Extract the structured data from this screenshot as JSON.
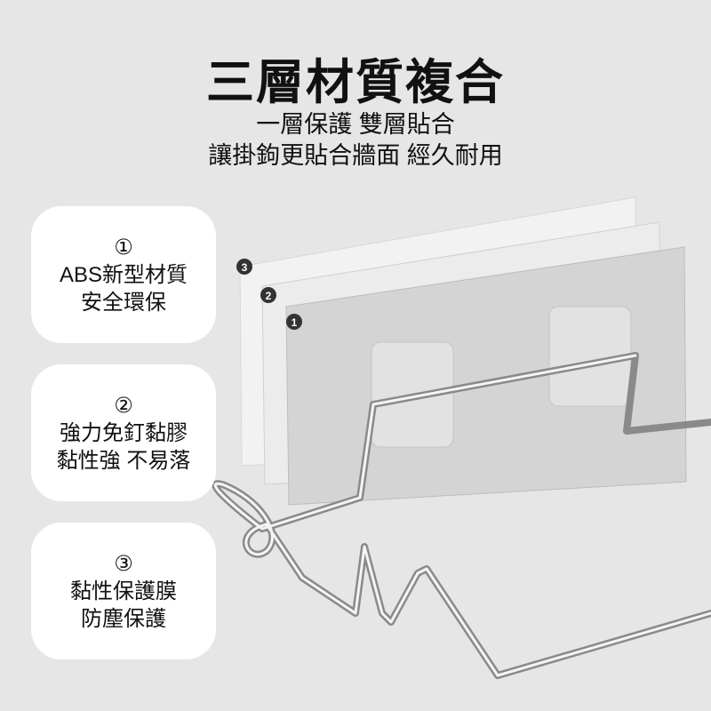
{
  "header": {
    "title": "三層材質複合",
    "subtitle_1": "一層保護 雙層貼合",
    "subtitle_2": "讓掛鉤更貼合牆面 經久耐用"
  },
  "cards": [
    {
      "number": "①",
      "line1": "ABS新型材質",
      "line2": "安全環保"
    },
    {
      "number": "②",
      "line1": "強力免釘黏膠",
      "line2": "黏性強 不易落"
    },
    {
      "number": "③",
      "line1": "黏性保護膜",
      "line2": "防塵保護"
    }
  ],
  "layer_markers": [
    "3",
    "2",
    "1"
  ]
}
